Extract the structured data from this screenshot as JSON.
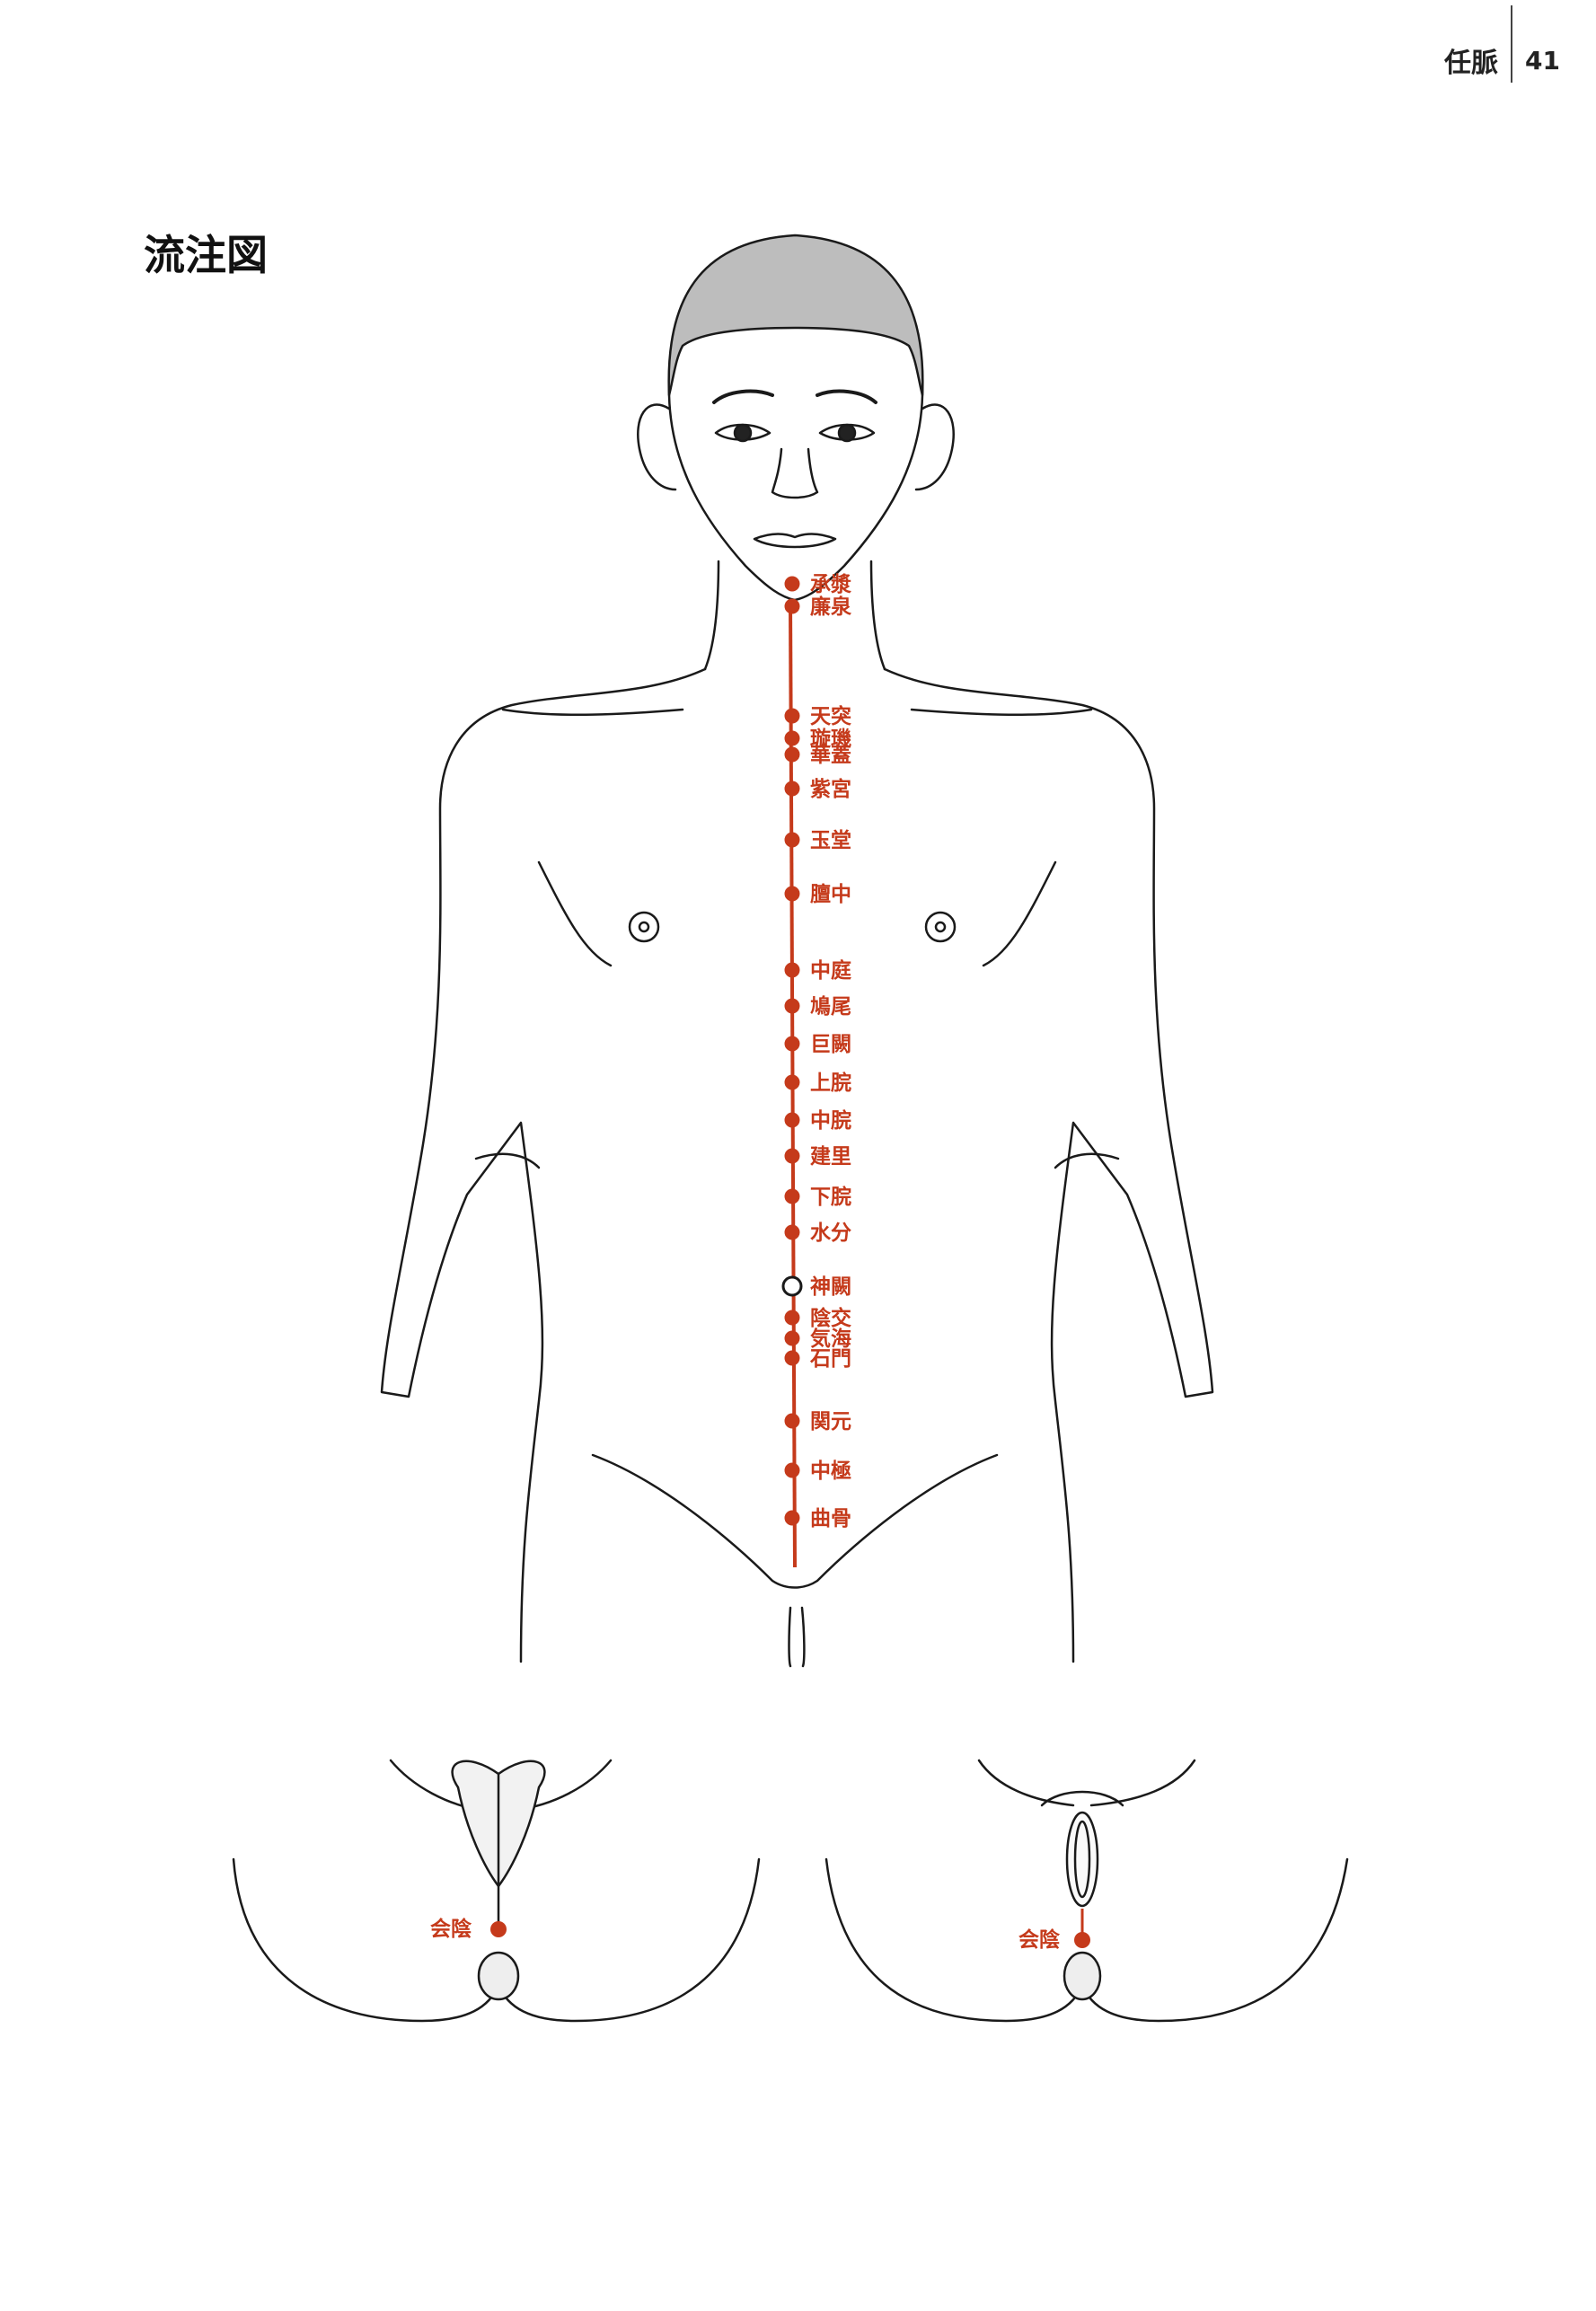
{
  "header": {
    "title": "任脈",
    "page_number": "41"
  },
  "section_title": "流注図",
  "colors": {
    "meridian": "#c53a1b",
    "outline": "#1a1a1a"
  },
  "points_front": [
    {
      "name": "承漿"
    },
    {
      "name": "廉泉"
    },
    {
      "name": "天突"
    },
    {
      "name": "璇璣"
    },
    {
      "name": "華蓋"
    },
    {
      "name": "紫宮"
    },
    {
      "name": "玉堂"
    },
    {
      "name": "膻中"
    },
    {
      "name": "中庭"
    },
    {
      "name": "鳩尾"
    },
    {
      "name": "巨闕"
    },
    {
      "name": "上脘"
    },
    {
      "name": "中脘"
    },
    {
      "name": "建里"
    },
    {
      "name": "下脘"
    },
    {
      "name": "水分"
    },
    {
      "name": "神闕"
    },
    {
      "name": "陰交"
    },
    {
      "name": "気海"
    },
    {
      "name": "石門"
    },
    {
      "name": "関元"
    },
    {
      "name": "中極"
    },
    {
      "name": "曲骨"
    }
  ],
  "perineum": {
    "male_label": "会陰",
    "female_label": "会陰"
  }
}
